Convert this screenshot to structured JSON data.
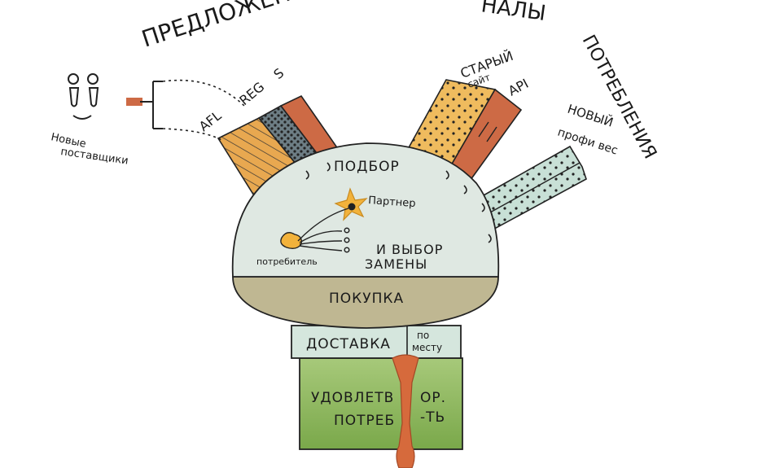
{
  "header": {
    "left_title": "ПРЕДЛОЖЕН",
    "mid_title": "НАЛЫ",
    "right_title": "ПОТРЕБЛЕНИЯ"
  },
  "suppliers": {
    "label_line1": "Новые",
    "label_line2": "поставщики"
  },
  "channels": {
    "afl": "AFL",
    "reg": "REG",
    "reg_suffix": "S",
    "old_site": "СТАРЫЙ",
    "old_site_2": "сайт",
    "api": "API",
    "new_line1": "НОВЫЙ",
    "new_line2": "профи вес"
  },
  "dome": {
    "title": "ПОДБОР",
    "participant": "Партнер",
    "consumer": "потребитель",
    "selection_line1": "И ВЫБОР",
    "selection_line2": "ЗАМЕНЫ"
  },
  "purchase": {
    "label": "ПОКУПКА"
  },
  "delivery": {
    "label": "ДОСТАВКА",
    "onsite_line1": "по",
    "onsite_line2": "месту"
  },
  "satisfaction": {
    "line1_a": "УДОВЛЕТВ",
    "line1_b": "ОР.",
    "line2_a": "ПОТРЕБ",
    "line2_b": "-ТЬ"
  },
  "colors": {
    "dome": "#dfe8e2",
    "purchase": "#bfb792",
    "delivery": "#d5e6dd",
    "satisfaction": "#8ab25a",
    "orange": "#e8a850",
    "rust": "#cd6a45",
    "slate": "#6e7e85",
    "teal": "#c8e0d6"
  }
}
